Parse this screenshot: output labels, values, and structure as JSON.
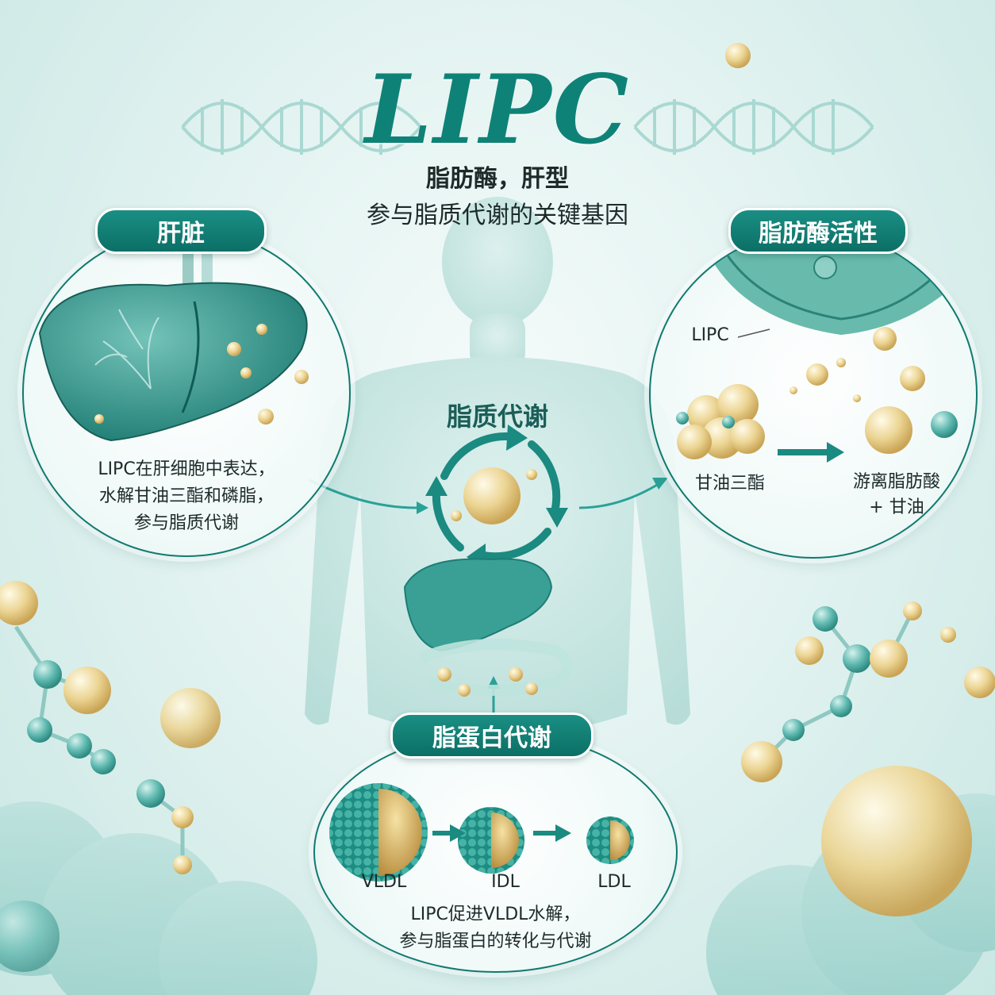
{
  "header": {
    "title": "LIPC",
    "subtitle_line1": "脂肪酶，肝型",
    "subtitle_line2": "参与脂质代谢的关键基因"
  },
  "liver_panel": {
    "label": "肝脏",
    "description": [
      "LIPC在肝细胞中表达，",
      "水解甘油三酯和磷脂，",
      "参与脂质代谢"
    ]
  },
  "lipase_panel": {
    "label": "脂肪酶活性",
    "enzyme_label": "LIPC",
    "substrate": "甘油三酯",
    "product_line1": "游离脂肪酸",
    "product_line2": "+ 甘油"
  },
  "center": {
    "label": "脂质代谢"
  },
  "lipoprotein_panel": {
    "label": "脂蛋白代谢",
    "stages": [
      "VLDL",
      "IDL",
      "LDL"
    ],
    "description": [
      "LIPC促进VLDL水解，",
      "参与脂蛋白的转化与代谢"
    ]
  },
  "colors": {
    "teal_dark": "#0f7a70",
    "teal": "#2aa197",
    "gold": "#e6c77a",
    "text": "#1c2a2a"
  }
}
